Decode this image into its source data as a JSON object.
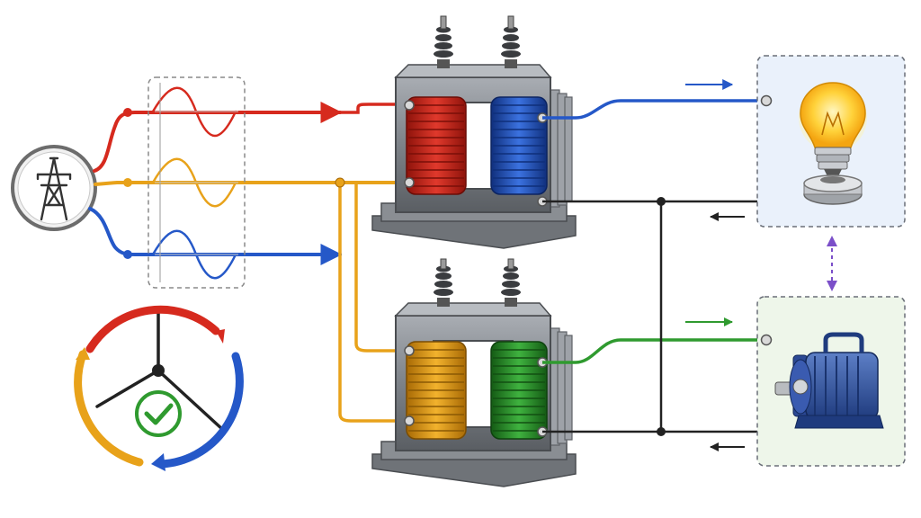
{
  "diagram": {
    "type": "transformer-power-distribution-illustration",
    "source": {
      "icon": "transmission-tower-icon"
    },
    "phases": [
      {
        "name": "red-phase",
        "color": "#d62a1e"
      },
      {
        "name": "yellow-phase",
        "color": "#e8a21a"
      },
      {
        "name": "blue-phase",
        "color": "#2558c8"
      }
    ],
    "secondary_colors": {
      "top": "#2558c8",
      "bottom": "#2f9a2f"
    },
    "neutral_color": "#222222",
    "loads": [
      {
        "name": "light-bulb",
        "icon": "light-bulb-icon",
        "panel_color": "#eaf1fb"
      },
      {
        "name": "electric-motor",
        "icon": "electric-motor-icon",
        "panel_color": "#eef6ea"
      }
    ],
    "status_icon": "check-mark-icon",
    "cycle_icon": "three-phase-cycle-icon"
  }
}
